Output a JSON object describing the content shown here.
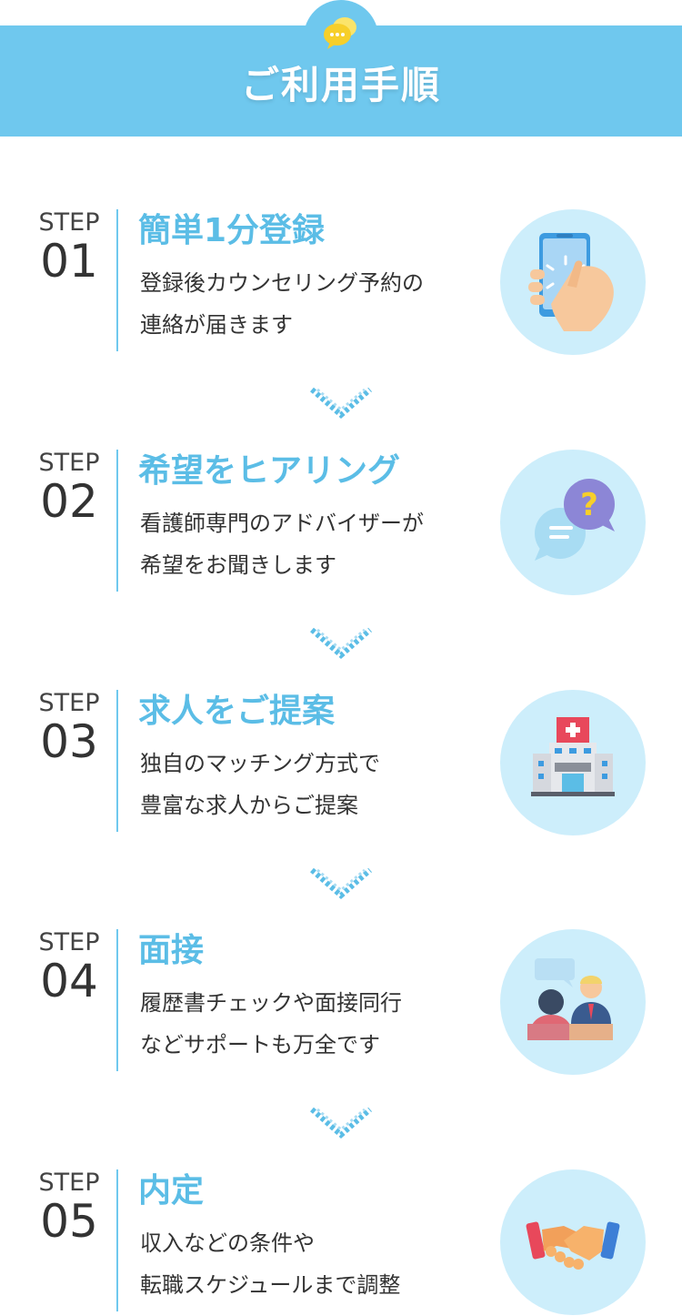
{
  "header": {
    "title": "ご利用手順",
    "icon": "chat-bubbles-icon",
    "color": "#6fc8ee"
  },
  "steps": [
    {
      "word": "STEP",
      "number": "01",
      "title": "簡単1分登録",
      "desc1": "登録後カウンセリング予約の",
      "desc2": "連絡が届きます",
      "icon": "smartphone-tap-icon"
    },
    {
      "word": "STEP",
      "number": "02",
      "title": "希望をヒアリング",
      "desc1": "看護師専門のアドバイザーが",
      "desc2": "希望をお聞きします",
      "icon": "question-chat-icon"
    },
    {
      "word": "STEP",
      "number": "03",
      "title": "求人をご提案",
      "desc1": "独自のマッチング方式で",
      "desc2": "豊富な求人からご提案",
      "icon": "hospital-building-icon"
    },
    {
      "word": "STEP",
      "number": "04",
      "title": "面接",
      "desc1": "履歴書チェックや面接同行",
      "desc2": "などサポートも万全です",
      "icon": "interview-people-icon"
    },
    {
      "word": "STEP",
      "number": "05",
      "title": "内定",
      "desc1": "収入などの条件や",
      "desc2": "転職スケジュールまで調整",
      "icon": "handshake-icon"
    }
  ],
  "colors": {
    "accent": "#6fc8ee",
    "title": "#5bbde6",
    "circle": "#cdeefb"
  }
}
